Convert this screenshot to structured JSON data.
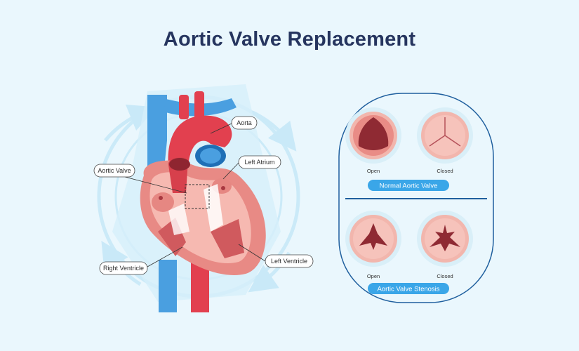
{
  "title": "Aortic Valve Replacement",
  "labels": {
    "aorta": "Aorta",
    "aortic_valve": "Aortic Valve",
    "left_atrium": "Left Atrium",
    "right_ventricle": "Right Ventricle",
    "left_ventricle": "Left Ventricle"
  },
  "panel": {
    "normal": {
      "open_label": "Open",
      "closed_label": "Closed",
      "caption": "Normal Aortic Valve"
    },
    "stenosis": {
      "open_label": "Open",
      "closed_label": "Closed",
      "caption": "Aortic Valve Stenosis"
    }
  },
  "colors": {
    "background": "#eaf7fd",
    "title": "#26355f",
    "vein_blue": "#4a9fe0",
    "artery_red": "#e2404f",
    "heart_pink": "#f4a6a0",
    "panel_border": "#1f5f9e",
    "pill_blue": "#3aa6e8"
  }
}
